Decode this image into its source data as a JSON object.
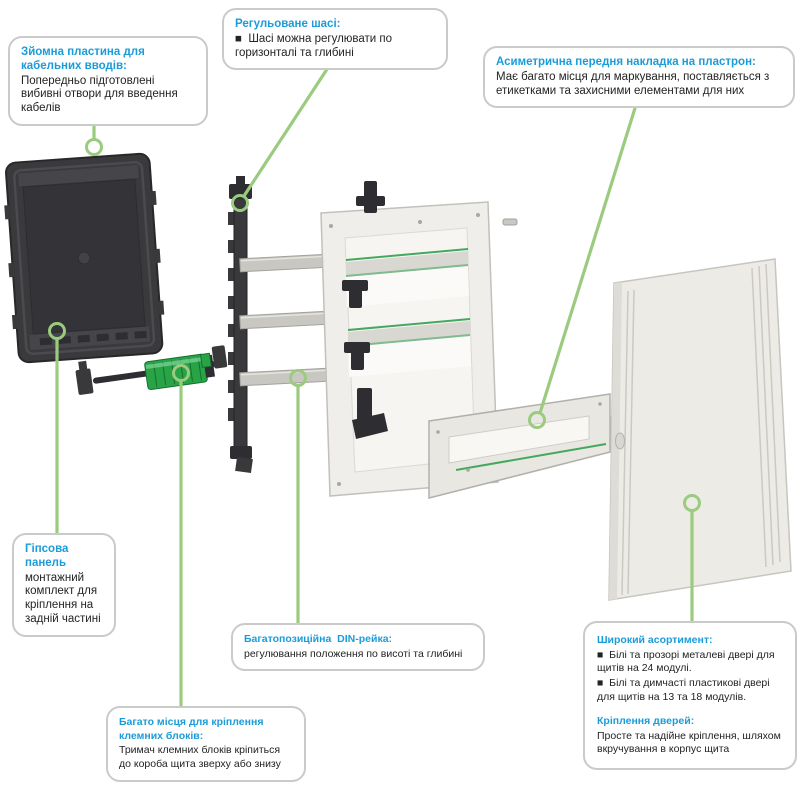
{
  "colors": {
    "header_blue": "#1b9cd8",
    "leader_green": "#9bcb7e",
    "callout_border": "#cacaca",
    "text_dark": "#232323",
    "stripe_green": "#44a95e",
    "part_green": "#28a447",
    "box_dark": "#3a393c",
    "panel_white": "#f0eeea",
    "door_white": "#edebe6",
    "rail_gray": "#c8c7c1"
  },
  "callouts": {
    "cable_plate": {
      "title": "Зйомна пластина для кабельних вводів:",
      "body": "Попередньо підготовлені вибивні отвори для введення кабелів"
    },
    "chassis": {
      "title": "Регульоване шасі:",
      "body": "■  Шасі можна регулювати по горизонталі та глибині"
    },
    "front_cover": {
      "title": "Асиметрична передня накладка на пластрон:",
      "body": "Має багато місця для маркування, поставляється з етикетками та захисними елементами для них"
    },
    "plaster_panel": {
      "title": "Гіпсова панель",
      "body": "монтажний комплект для кріплення на задній частині"
    },
    "din_rail": {
      "title": "Багатопозиційна  DIN-рейка:",
      "body": "регулювання положення по висоті та глибині"
    },
    "terminal_blocks": {
      "title": "Багато місця для кріплення клемних блоків:",
      "body": "Тримач клемних блоків кріпиться до короба щита зверху або знизу"
    },
    "assortment": {
      "title": "Широкий асортимент:",
      "items": [
        "■  Білі та прозорі металеві двері для щитів на 24 модулі.",
        "■  Білі та димчасті пластикові двері для щитів на 13 та 18 модулів."
      ],
      "title2": "Кріплення дверей:",
      "body2": "Просте та надійне кріплення, шляхом вкручування в корпус щита"
    }
  }
}
